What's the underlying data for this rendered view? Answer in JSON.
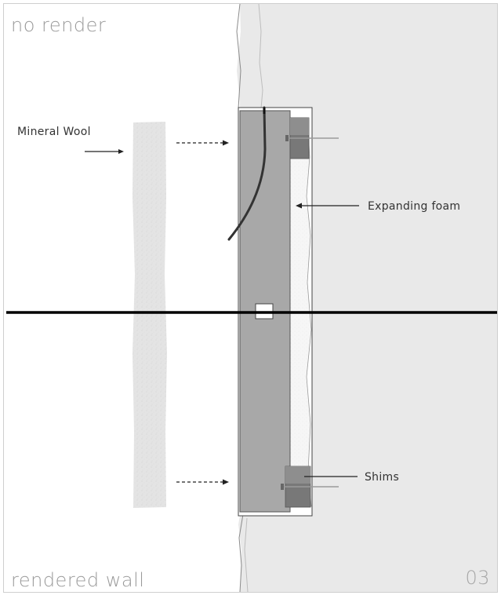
{
  "labels": {
    "top_section": "no render",
    "bottom_section": "rendered wall",
    "figure_number": "03"
  },
  "callouts": {
    "mineral_wool": "Mineral Wool",
    "expanding_foam": "Expanding foam",
    "shims": "Shims"
  },
  "colors": {
    "wall_fill": "#e9e9e9",
    "frame_fill": "#a8a8a8",
    "shim_fill": "#777777",
    "foam_fill": "#f4f4f4",
    "wool_fill": "#e3e3e3",
    "line": "#000000"
  }
}
